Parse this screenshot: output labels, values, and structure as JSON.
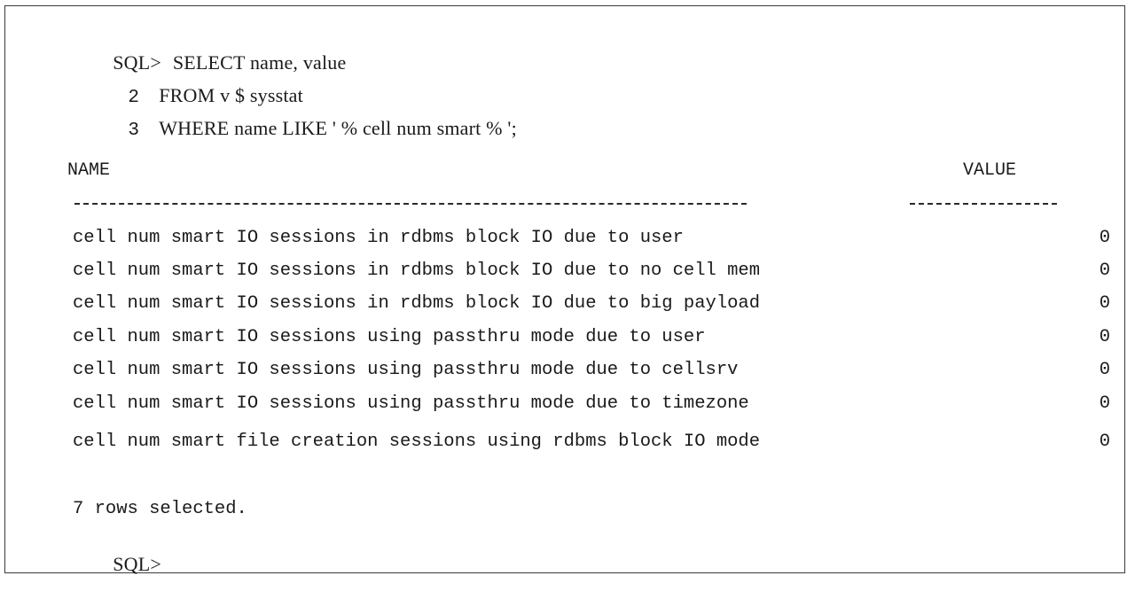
{
  "query": {
    "prompt": "SQL>",
    "line1": "SELECT name, value",
    "line2_no": "2",
    "line2": "FROM v $ sysstat",
    "line3_no": "3",
    "line3": "WHERE name LIKE ' % cell num smart % ';"
  },
  "table": {
    "headers": [
      "NAME",
      "VALUE"
    ],
    "rows": [
      {
        "name": "cell num smart IO sessions in rdbms block IO due to user",
        "value": "0"
      },
      {
        "name": "cell num smart IO sessions in rdbms block IO due to no cell mem",
        "value": "0"
      },
      {
        "name": "cell num smart IO sessions in rdbms block IO due to big payload",
        "value": "0"
      },
      {
        "name": "cell num smart IO sessions using passthru mode due to user",
        "value": "0"
      },
      {
        "name": "cell num smart IO sessions using passthru mode due to cellsrv",
        "value": "0"
      },
      {
        "name": "cell num smart IO sessions using passthru mode due to timezone",
        "value": "0"
      },
      {
        "name": "cell num smart file creation sessions using rdbms block IO mode",
        "value": "0"
      }
    ]
  },
  "footer": {
    "rows_selected": "7 rows selected.",
    "prompt": "SQL>"
  }
}
